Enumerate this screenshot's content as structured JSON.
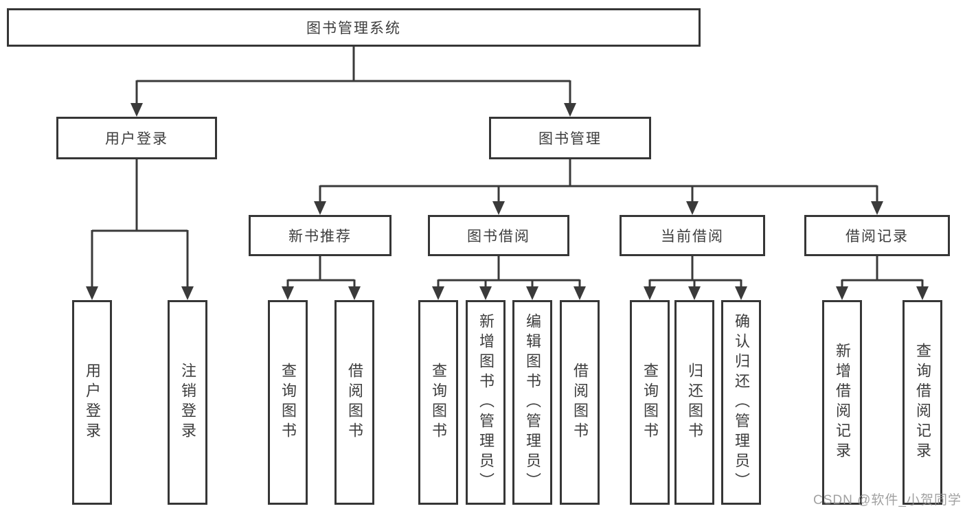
{
  "tree": {
    "root": "图书管理系统",
    "branches": [
      {
        "label": "用户登录",
        "children": [
          "用户登录",
          "注销登录"
        ]
      },
      {
        "label": "图书管理",
        "groups": [
          {
            "label": "新书推荐",
            "children": [
              "查询图书",
              "借阅图书"
            ]
          },
          {
            "label": "图书借阅",
            "children": [
              "查询图书",
              "新增图书（管理员）",
              "编辑图书（管理员）",
              "借阅图书"
            ]
          },
          {
            "label": "当前借阅",
            "children": [
              "查询图书",
              "归还图书",
              "确认归还（管理员）"
            ]
          },
          {
            "label": "借阅记录",
            "children": [
              "新增借阅记录",
              "查询借阅记录"
            ]
          }
        ]
      }
    ]
  },
  "watermark": "CSDN @软件_小贺同学",
  "colors": {
    "line": "#3a3a3a",
    "box_border": "#363636",
    "text": "#3d3d3d",
    "background": "#ffffff",
    "watermark": "#919191"
  }
}
